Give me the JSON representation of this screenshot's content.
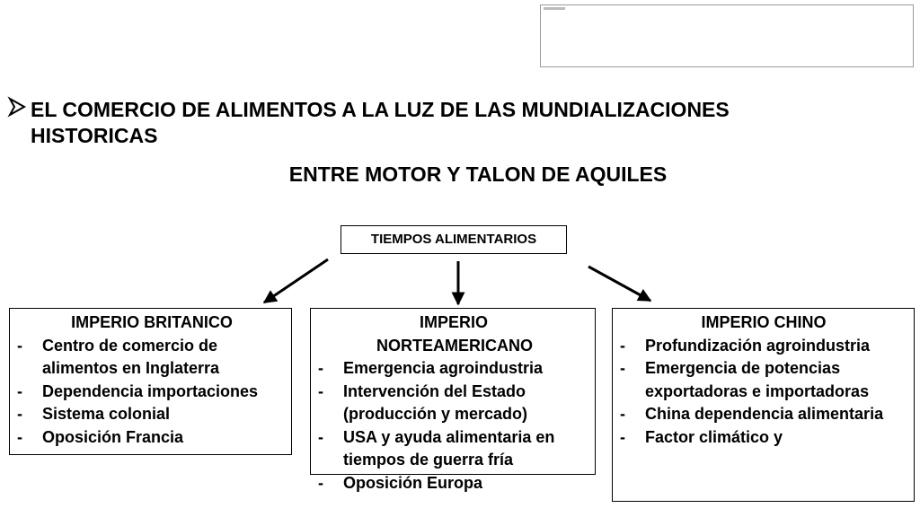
{
  "heading": {
    "bullet_icon": "arrow-bullet-icon",
    "line1": "EL COMERCIO DE ALIMENTOS A LA LUZ DE LAS MUNDIALIZACIONES",
    "line2": "HISTORICAS",
    "subtitle": "ENTRE MOTOR Y TALON DE AQUILES"
  },
  "diagram": {
    "root": "TIEMPOS ALIMENTARIOS",
    "branches": [
      {
        "title": "IMPERIO BRITANICO",
        "items": [
          "Centro de comercio de alimentos en Inglaterra",
          "Dependencia importaciones",
          "Sistema colonial",
          "Oposición Francia"
        ]
      },
      {
        "title": "IMPERIO NORTEAMERICANO",
        "items": [
          "Emergencia agroindustria",
          "Intervención del Estado (producción y mercado)",
          "USA y ayuda alimentaria en tiempos de guerra fría",
          "Oposición Europa"
        ]
      },
      {
        "title": "IMPERIO CHINO",
        "items": [
          "Profundización agroindustria",
          "Emergencia de potencias exportadoras e importadoras",
          "China dependencia alimentaria",
          "Factor climático y"
        ]
      }
    ]
  }
}
